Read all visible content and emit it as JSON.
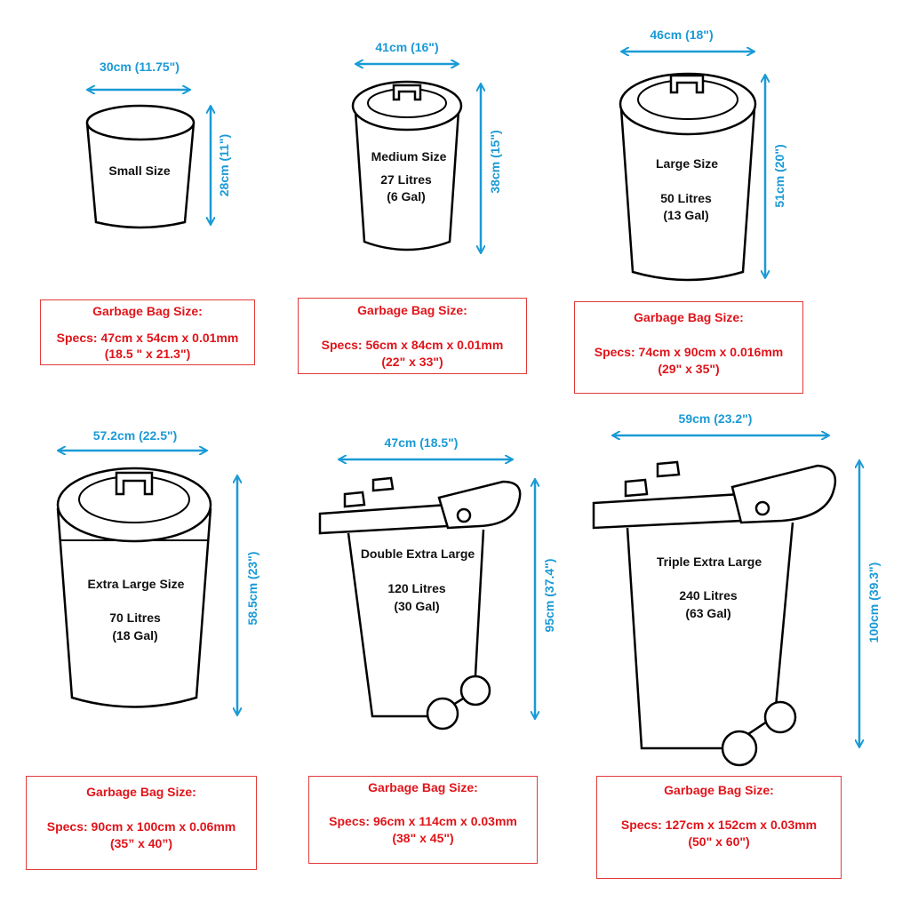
{
  "bins": [
    {
      "name": "Small Size",
      "litres": "",
      "gallons": "",
      "width": "30cm (11.75\")",
      "height": "28cm (11\")",
      "bag_title": "Garbage Bag Size:",
      "bag_specs": "Specs: 47cm x 54cm x 0.01mm",
      "bag_inches": "(18.5 \" x 21.3\")"
    },
    {
      "name": "Medium Size",
      "litres": "27 Litres",
      "gallons": "(6 Gal)",
      "width": "41cm (16\")",
      "height": "38cm (15\")",
      "bag_title": "Garbage Bag Size:",
      "bag_specs": "Specs: 56cm x 84cm x 0.01mm",
      "bag_inches": "(22\" x 33\")"
    },
    {
      "name": "Large Size",
      "litres": "50 Litres",
      "gallons": "(13 Gal)",
      "width": "46cm (18\")",
      "height": "51cm (20\")",
      "bag_title": "Garbage Bag Size:",
      "bag_specs": "Specs: 74cm x 90cm x 0.016mm",
      "bag_inches": "(29\" x 35\")"
    },
    {
      "name": "Extra Large Size",
      "litres": "70 Litres",
      "gallons": "(18 Gal)",
      "width": "57.2cm (22.5\")",
      "height": "58.5cm (23\")",
      "bag_title": "Garbage Bag Size:",
      "bag_specs": "Specs: 90cm x 100cm x 0.06mm",
      "bag_inches": "(35” x 40”)"
    },
    {
      "name": "Double Extra Large",
      "litres": "120 Litres",
      "gallons": "(30 Gal)",
      "width": "47cm (18.5\")",
      "height": "95cm (37.4\")",
      "bag_title": "Garbage Bag Size:",
      "bag_specs": "Specs: 96cm x 114cm x 0.03mm",
      "bag_inches": "(38\" x 45\")"
    },
    {
      "name": "Triple Extra Large",
      "litres": "240 Litres",
      "gallons": "(63 Gal)",
      "width": "59cm (23.2\")",
      "height": "100cm (39.3\")",
      "bag_title": "Garbage Bag Size:",
      "bag_specs": "Specs: 127cm x 152cm x 0.03mm",
      "bag_inches": "(50\" x 60\")"
    }
  ],
  "colors": {
    "dimension": "#1a9ad6",
    "bag_text": "#e0141a",
    "bag_border": "#e23a3a",
    "outline": "#000000"
  }
}
